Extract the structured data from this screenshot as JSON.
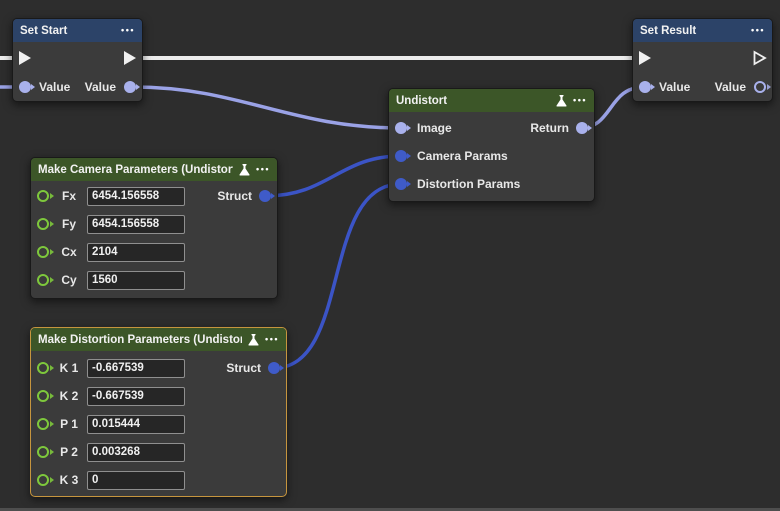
{
  "canvas": {
    "background_color": "#2d2d2d",
    "bottom_bar_color": "#4e4e4e"
  },
  "colors": {
    "header_blue": "#2c4368",
    "header_green": "#3c5628",
    "node_body": "#3b3b3b",
    "selected_border_orange": "#c6953e",
    "pin_exec_white": "#f0f0f0",
    "pin_value_periwinkle": "#a9b1ec",
    "pin_struct_blue": "#3f5bc8",
    "pin_number_green": "#7ec83c",
    "wire_exec": "#ececec",
    "wire_value": "#9aa2e6",
    "wire_struct": "#3b54c6"
  },
  "icons": {
    "more": "•••",
    "flask": "flask-icon"
  },
  "nodes": {
    "set_start": {
      "title": "Set Start",
      "value_in_label": "Value",
      "value_out_label": "Value"
    },
    "set_result": {
      "title": "Set Result",
      "value_in_label": "Value",
      "value_out_label": "Value"
    },
    "undistort": {
      "title": "Undistort",
      "inputs": [
        "Image",
        "Camera Params",
        "Distortion Params"
      ],
      "output_label": "Return"
    },
    "make_camera": {
      "title": "Make Camera Parameters (Undistort)",
      "output_label": "Struct",
      "params": [
        {
          "label": "Fx",
          "value": "6454.156558"
        },
        {
          "label": "Fy",
          "value": "6454.156558"
        },
        {
          "label": "Cx",
          "value": "2104"
        },
        {
          "label": "Cy",
          "value": "1560"
        }
      ]
    },
    "make_distortion": {
      "title": "Make Distortion Parameters (Undistort)",
      "output_label": "Struct",
      "selected": true,
      "params": [
        {
          "label": "K 1",
          "value": "-0.667539"
        },
        {
          "label": "K 2",
          "value": "-0.667539"
        },
        {
          "label": "P 1",
          "value": "0.015444"
        },
        {
          "label": "P 2",
          "value": "0.003268"
        },
        {
          "label": "K 3",
          "value": "0"
        }
      ]
    }
  }
}
